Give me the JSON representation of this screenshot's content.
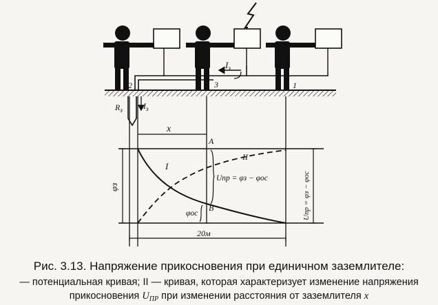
{
  "figure": {
    "node_labels": [
      "2",
      "3",
      "1"
    ],
    "current_label": "I",
    "current_sub": "з",
    "resistance_label": "R",
    "resistance_sub": "з",
    "distance_label": "x",
    "scale_label": "20м",
    "potential_label": "φз",
    "point_a": "A",
    "point_b": "B",
    "curve_i_label": "I",
    "curve_ii_label": "II",
    "voltage_formula": "Uпр = φз − φос",
    "phi_os_label": "φос",
    "right_axis_label": "Uпр = φз − φос"
  },
  "caption": {
    "line1": "Рис. 3.13. Напряжение прикосновения при единичном заземлителе:",
    "line2": "— потенциальная кривая; II — кривая, которая характеризует изменение напряжения",
    "line3_before": "прикосновения ",
    "line3_symbol": "U",
    "line3_sub": "ПР",
    "line3_after": " при изменении расстояния от заземлителя ",
    "line3_var": "x"
  }
}
